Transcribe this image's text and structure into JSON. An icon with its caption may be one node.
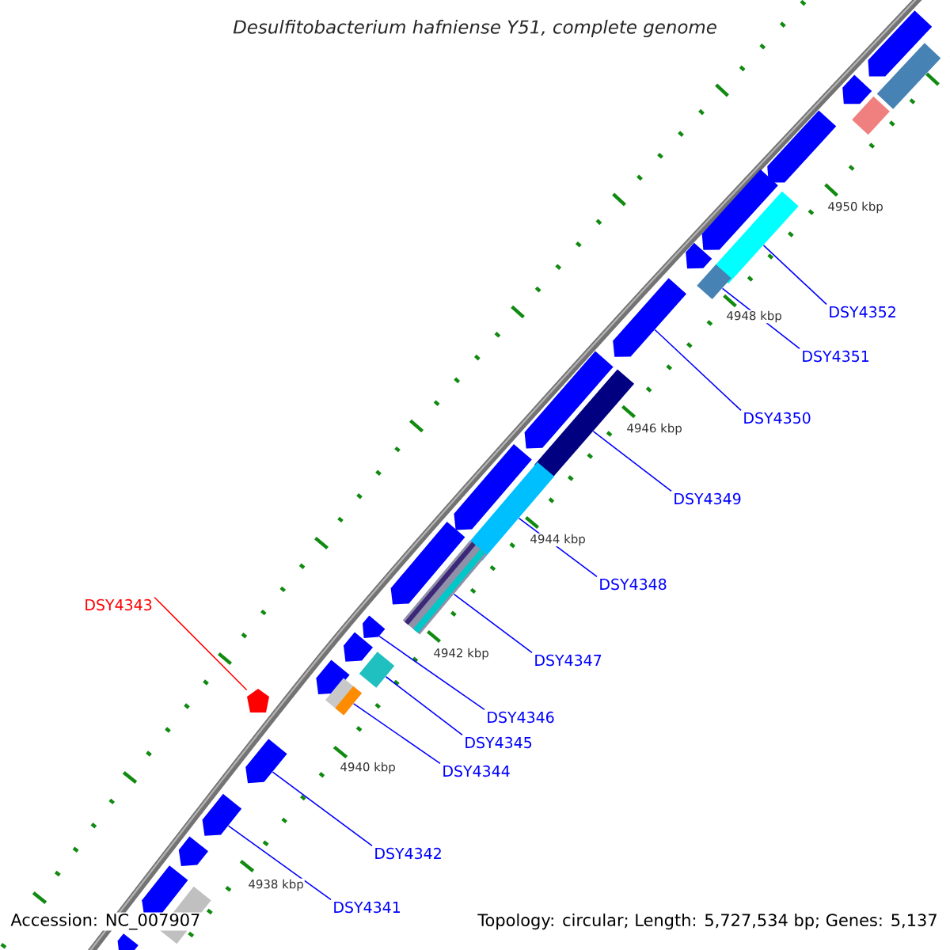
{
  "diagram": {
    "title": "Desulfitobacterium hafniense Y51, complete genome",
    "nodes": [
      {
        "text": [
          "DSY4352"
        ]
      },
      {
        "text": [
          "DSY4351"
        ]
      },
      {
        "text": [
          "DSY4350"
        ]
      },
      {
        "text": [
          "DSY4349"
        ]
      },
      {
        "text": [
          "DSY4348"
        ]
      },
      {
        "text": [
          "DSY4343"
        ]
      },
      {
        "text": [
          "DSY4347"
        ]
      },
      {
        "text": [
          "DSY4346"
        ]
      },
      {
        "text": [
          "DSY4345"
        ]
      },
      {
        "text": [
          "DSY4344"
        ]
      },
      {
        "text": [
          "DSY4342"
        ]
      },
      {
        "text": [
          "DSY4341"
        ]
      },
      {
        "text": [],
        "shape": "arrow"
      },
      {
        "text": [],
        "shape": "bar"
      },
      {
        "text": [],
        "shape": "arrow"
      },
      {
        "text": [],
        "shape": "bar"
      },
      {
        "text": [],
        "shape": "arrow"
      },
      {
        "text": [],
        "shape": "arrow"
      },
      {
        "text": [],
        "shape": "bar"
      },
      {
        "text": [],
        "shape": "arrow"
      },
      {
        "text": [],
        "shape": "bar"
      },
      {
        "text": [],
        "shape": "arrow"
      },
      {
        "text": [],
        "shape": "arrow"
      },
      {
        "text": [],
        "shape": "bar"
      },
      {
        "text": [],
        "shape": "arrow"
      },
      {
        "text": [],
        "shape": "bar"
      },
      {
        "text": [],
        "shape": "arrow"
      },
      {
        "text": [],
        "shape": "bar"
      },
      {
        "text": [],
        "shape": "arrow"
      },
      {
        "text": [],
        "shape": "arrow"
      },
      {
        "text": [],
        "shape": "bar"
      },
      {
        "text": [],
        "shape": "arrow"
      },
      {
        "text": [],
        "shape": "bar"
      },
      {
        "text": [],
        "shape": "arrow"
      },
      {
        "text": [],
        "shape": "arrow"
      },
      {
        "text": [],
        "shape": "arrow"
      },
      {
        "text": [],
        "shape": "arrow"
      },
      {
        "text": [],
        "shape": "arrow"
      },
      {
        "text": [],
        "shape": "bar"
      },
      {
        "text": [],
        "shape": "arrow"
      }
    ],
    "edges": [
      {
        "from": 0,
        "to": 18,
        "arrow": "none"
      },
      {
        "from": 1,
        "to": 20,
        "arrow": "none"
      },
      {
        "from": 2,
        "to": 21,
        "arrow": "none"
      },
      {
        "from": 3,
        "to": 23,
        "arrow": "none"
      },
      {
        "from": 4,
        "to": 25,
        "arrow": "none"
      },
      {
        "from": 5,
        "to": 33,
        "arrow": "none",
        "color": "#ff0000"
      },
      {
        "from": 6,
        "to": 27,
        "arrow": "none"
      },
      {
        "from": 7,
        "to": 28,
        "arrow": "none"
      },
      {
        "from": 8,
        "to": 30,
        "arrow": "none"
      },
      {
        "from": 9,
        "to": 32,
        "arrow": "none"
      },
      {
        "from": 10,
        "to": 34,
        "arrow": "none"
      },
      {
        "from": 11,
        "to": 35,
        "arrow": "none"
      }
    ],
    "labels": [
      "4950 kbp",
      "4948 kbp",
      "4946 kbp",
      "4944 kbp",
      "4942 kbp",
      "4940 kbp",
      "4938 kbp",
      "Accession: NC_007907",
      "Topology: circular; Length: 5,727,534 bp; Genes: 5,137"
    ]
  }
}
